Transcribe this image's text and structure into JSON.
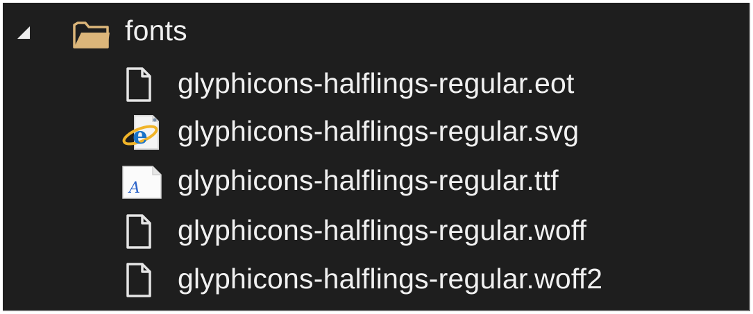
{
  "tree": {
    "folder": {
      "label": "fonts",
      "expander_icon": "expanded-triangle-icon",
      "icon": "folder-open-icon"
    },
    "files": [
      {
        "label": "glyphicons-halflings-regular.eot",
        "icon": "blank-file-icon"
      },
      {
        "label": "glyphicons-halflings-regular.svg",
        "icon": "internet-explorer-file-icon"
      },
      {
        "label": "glyphicons-halflings-regular.ttf",
        "icon": "font-file-icon"
      },
      {
        "label": "glyphicons-halflings-regular.woff",
        "icon": "blank-file-icon"
      },
      {
        "label": "glyphicons-halflings-regular.woff2",
        "icon": "blank-file-icon"
      }
    ]
  },
  "colors": {
    "background": "#1e1e1e",
    "text": "#f1f1f1",
    "folder": "#dcb67a",
    "ie_blue": "#1a73c8",
    "ie_gold": "#f0b429"
  }
}
